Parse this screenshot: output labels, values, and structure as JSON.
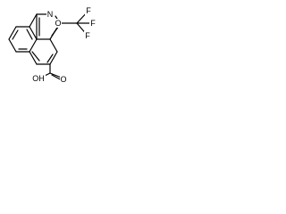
{
  "structure": {
    "atoms": {
      "isoxazole_n": "N",
      "isoxazole_o": "O",
      "fluorine_top": "F",
      "fluorine_middle": "F",
      "fluorine_lower": "F",
      "carboxyl_oh": "OH",
      "carbonyl_o": "O"
    }
  },
  "colors": {
    "bond": "#000000",
    "label": "#000000",
    "background": "#ffffff"
  }
}
